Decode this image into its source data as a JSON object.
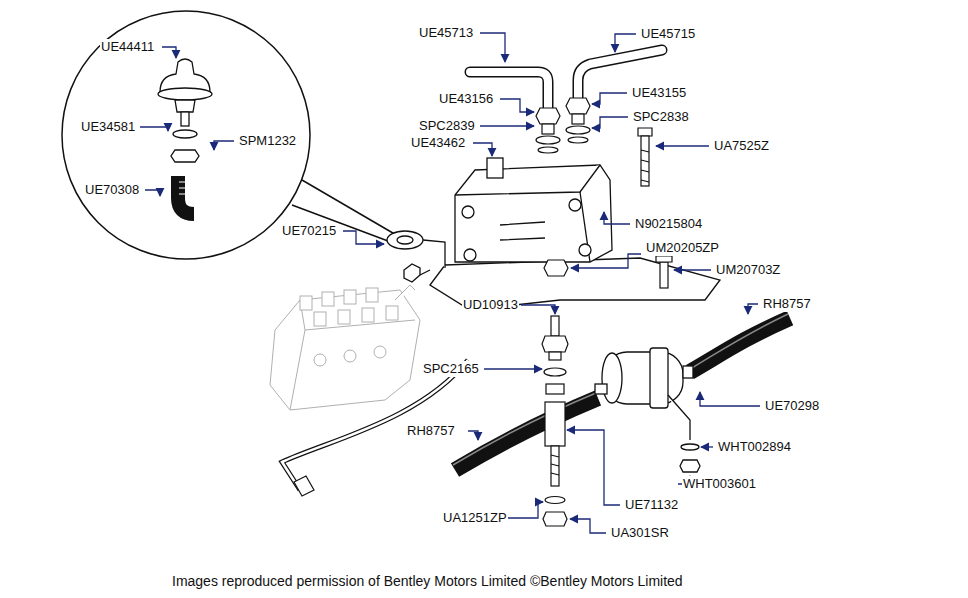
{
  "diagram": {
    "caption": "Images reproduced permission of Bentley Motors Limited ©Bentley Motors Limited",
    "labels": [
      "UE44411",
      "UE34581",
      "SPM1232",
      "UE70308",
      "UE70215",
      "UE45713",
      "UE45715",
      "UE43156",
      "UE43155",
      "SPC2839",
      "SPC2838",
      "UE43462",
      "UA7525Z",
      "N90215804",
      "UM20205ZP",
      "UM20703Z",
      "UD10913",
      "RH8757",
      "SPC2165",
      "UE70298",
      "RH8757",
      "WHT002894",
      "WHT003601",
      "UE71132",
      "UA1251ZP",
      "UA301SR"
    ]
  }
}
